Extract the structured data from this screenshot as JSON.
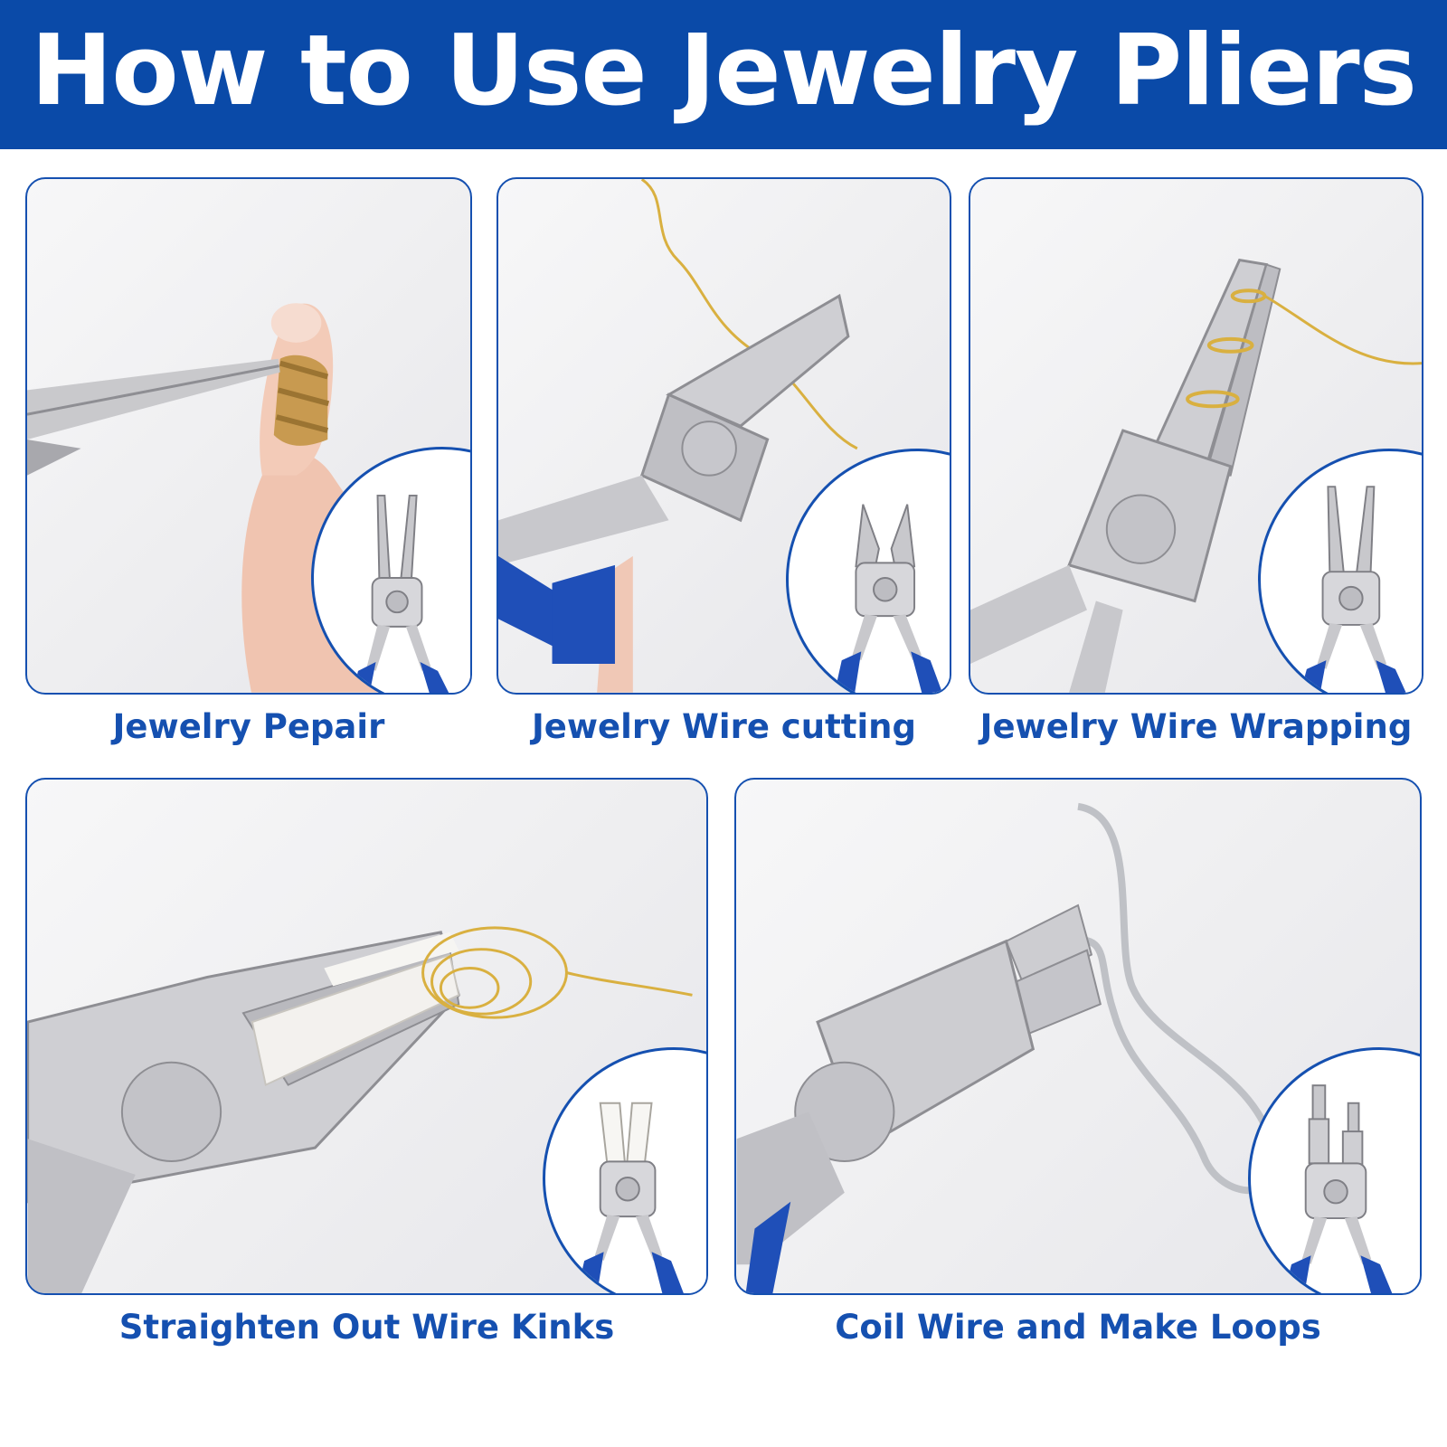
{
  "header": {
    "title": "How to Use Jewelry Pliers"
  },
  "colors": {
    "brand_blue": "#0a4aa8",
    "caption_blue": "#1550b0",
    "handle_blue": "#1f4fb8",
    "gold_wire": "#d9b040"
  },
  "panels": [
    {
      "caption": "Jewelry Pepair",
      "tool_icon": "chain-nose-pliers-icon"
    },
    {
      "caption": "Jewelry Wire cutting",
      "tool_icon": "side-cutter-pliers-icon"
    },
    {
      "caption": "Jewelry Wire Wrapping",
      "tool_icon": "round-nose-pliers-icon"
    },
    {
      "caption": "Straighten Out Wire Kinks",
      "tool_icon": "nylon-jaw-pliers-icon"
    },
    {
      "caption": "Coil Wire and Make Loops",
      "tool_icon": "bail-making-pliers-icon"
    }
  ]
}
